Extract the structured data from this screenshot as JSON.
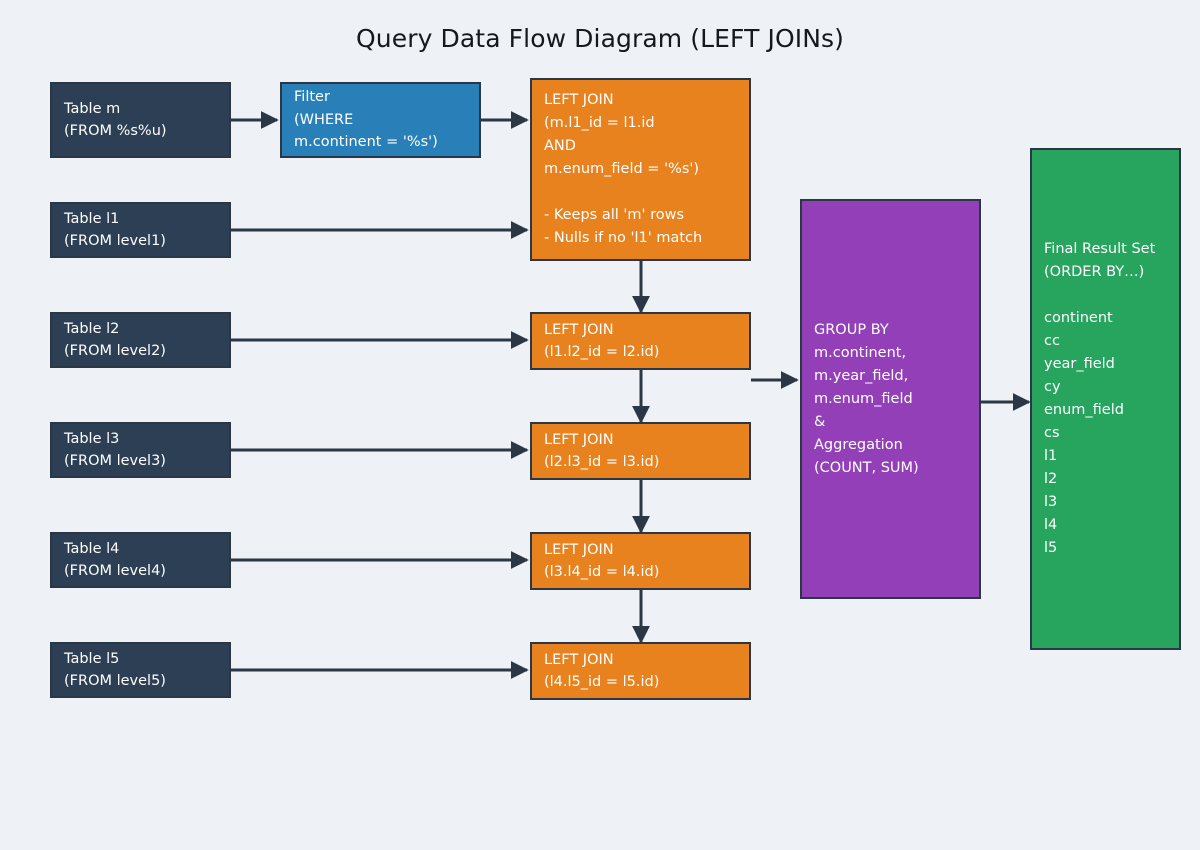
{
  "title": "Query Data Flow Diagram (LEFT JOINs)",
  "colors": {
    "background": "#eef1f6",
    "table": "#2d3f54",
    "filter": "#2980b9",
    "join": "#e8821e",
    "group": "#9340b8",
    "result": "#27a55e",
    "edge": "#2b3744",
    "text": "#ffffff",
    "title": "#15181c"
  },
  "nodes": {
    "table_m": {
      "label": "Table m\n(FROM %s%u)"
    },
    "table_l1": {
      "label": "Table l1\n(FROM level1)"
    },
    "table_l2": {
      "label": "Table l2\n(FROM level2)"
    },
    "table_l3": {
      "label": "Table l3\n(FROM level3)"
    },
    "table_l4": {
      "label": "Table l4\n(FROM level4)"
    },
    "table_l5": {
      "label": "Table l5\n(FROM level5)"
    },
    "filter": {
      "label": "Filter\n(WHERE\nm.continent = '%s')"
    },
    "join_l1": {
      "label": "LEFT JOIN\n(m.l1_id = l1.id\nAND\nm.enum_field = '%s')\n\n- Keeps all 'm' rows\n- Nulls if no 'l1' match"
    },
    "join_l2": {
      "label": "LEFT JOIN\n(l1.l2_id = l2.id)"
    },
    "join_l3": {
      "label": "LEFT JOIN\n(l2.l3_id = l3.id)"
    },
    "join_l4": {
      "label": "LEFT JOIN\n(l3.l4_id = l4.id)"
    },
    "join_l5": {
      "label": "LEFT JOIN\n(l4.l5_id = l5.id)"
    },
    "group_by": {
      "label": "GROUP BY\nm.continent,\nm.year_field,\nm.enum_field\n&\nAggregation\n(COUNT, SUM)"
    },
    "result": {
      "label": "Final Result Set\n(ORDER BY…)\n\ncontinent\ncc\nyear_field\ncy\nenum_field\ncs\nl1\nl2\nl3\nl4\nl5"
    }
  }
}
